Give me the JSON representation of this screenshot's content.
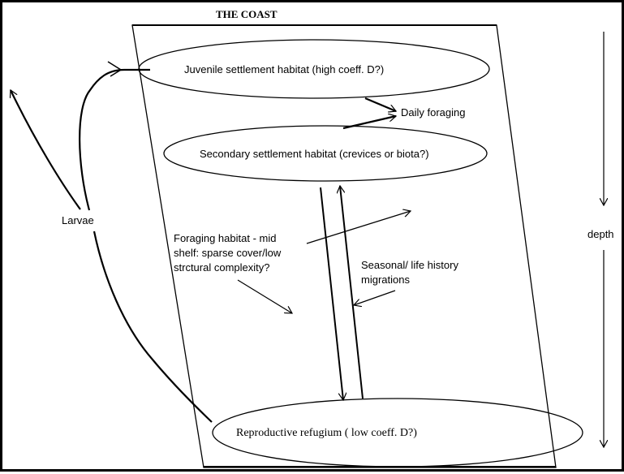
{
  "diagram": {
    "title": "THE COAST",
    "colors": {
      "line": "#000000",
      "background": "#ffffff"
    },
    "habitats": [
      {
        "id": "juvenile",
        "label": "Juvenile settlement habitat (high coeff. D?)"
      },
      {
        "id": "secondary",
        "label": "Secondary settlement habitat (crevices or biota?)"
      },
      {
        "id": "reproductive",
        "label": "Reproductive refugium ( low coeff. D?)"
      }
    ],
    "annotations": {
      "daily_foraging": "Daily foraging",
      "foraging_habitat": [
        "Foraging habitat - mid",
        "shelf: sparse cover/low",
        "strctural complexity?"
      ],
      "seasonal": [
        "Seasonal/ life history",
        "migrations"
      ],
      "larvae": "Larvae",
      "depth": "depth"
    }
  }
}
